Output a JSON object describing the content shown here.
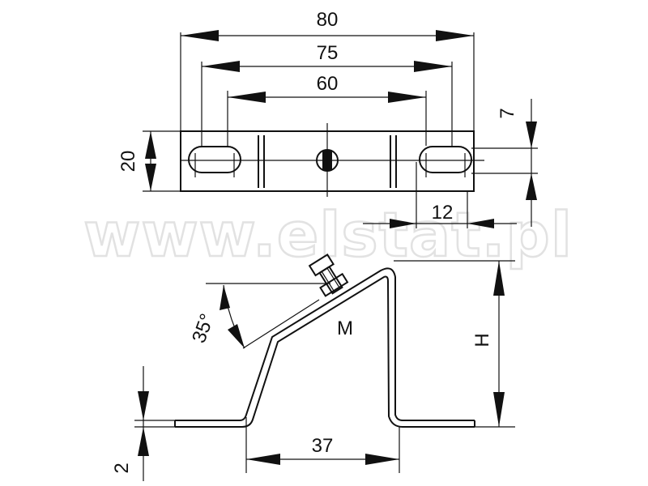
{
  "diagram": {
    "dimensions": {
      "overall_length": "80",
      "slot_center_distance": "75",
      "inner_distance": "60",
      "width": "20",
      "slot_width": "7",
      "slot_length": "12",
      "height_label": "H",
      "angle": "35°",
      "thread_label": "M",
      "base_width": "37",
      "thickness": "2"
    },
    "watermark": "www.elstat.pl",
    "colors": {
      "line": "#111111",
      "watermark_outline": "#e2e2e2",
      "background": "#ffffff"
    }
  }
}
